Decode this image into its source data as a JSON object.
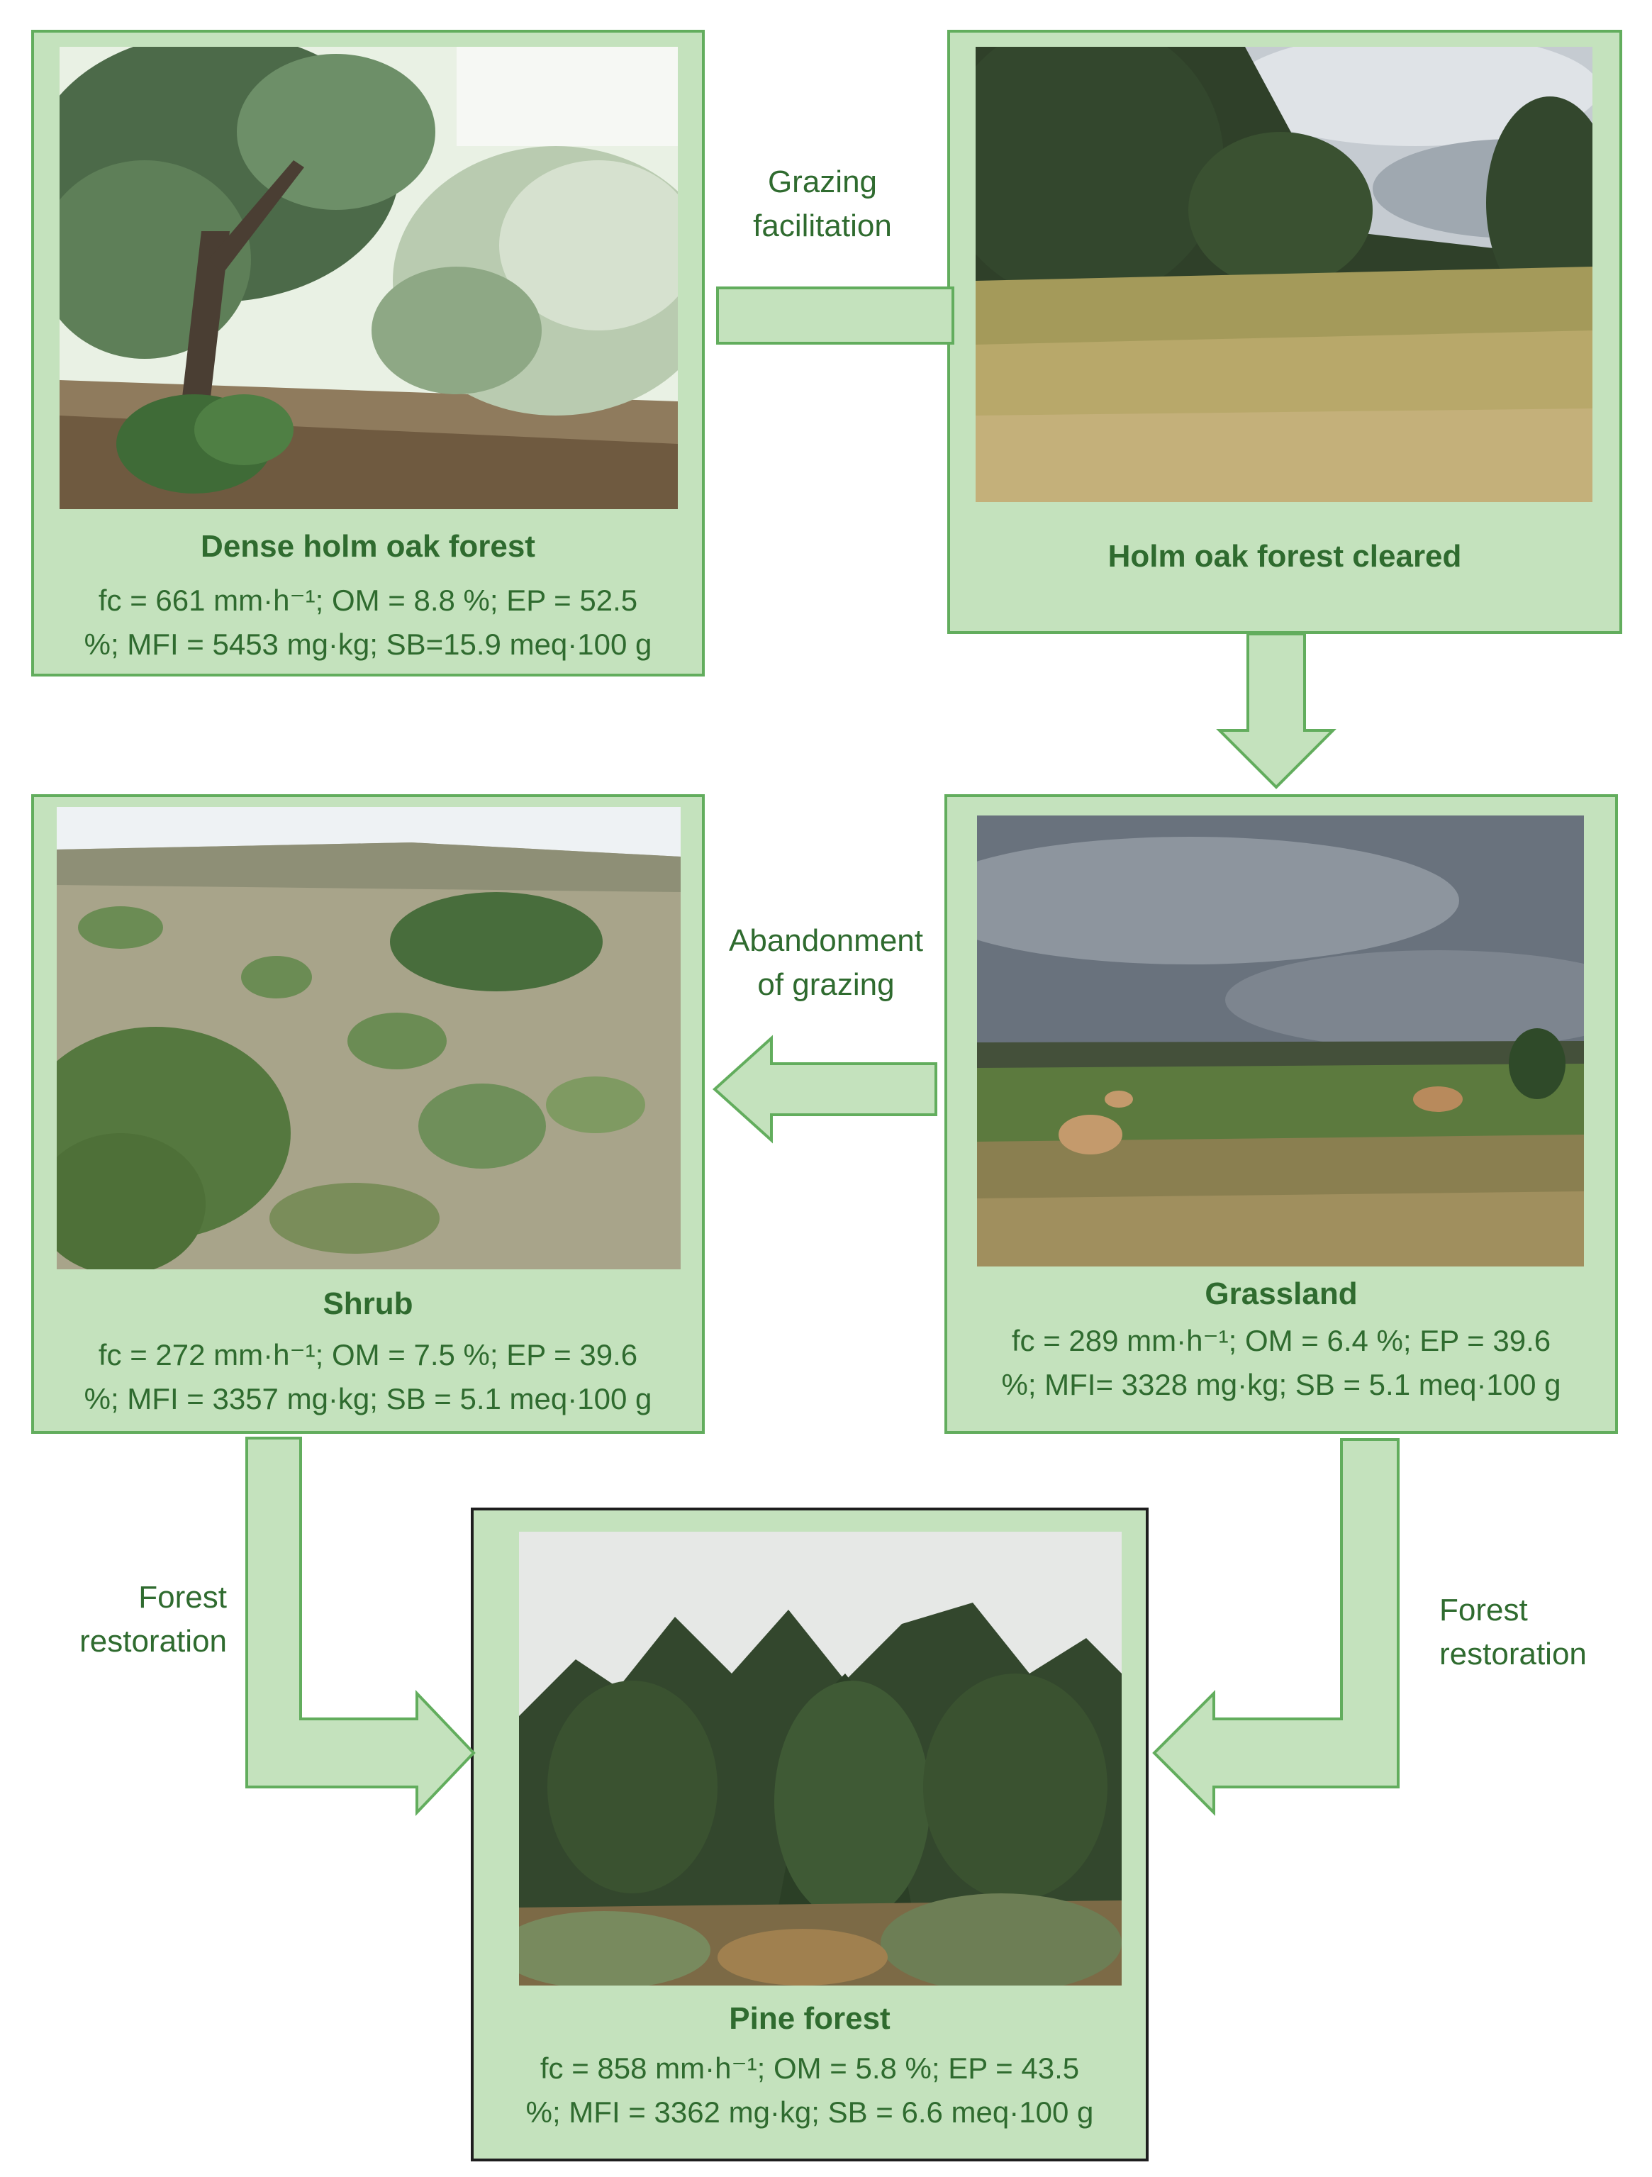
{
  "stages": {
    "dense": {
      "title": "Dense holm oak forest",
      "stats_line1": "fc = 661 mm·h⁻¹; OM = 8.8 %; EP = 52.5",
      "stats_line2": "%; MFI = 5453 mg·kg; SB=15.9 meq·100 g"
    },
    "cleared": {
      "title": "Holm oak forest cleared"
    },
    "shrub": {
      "title": "Shrub",
      "stats_line1": "fc = 272 mm·h⁻¹; OM = 7.5 %; EP = 39.6",
      "stats_line2": "%; MFI = 3357 mg·kg; SB = 5.1 meq·100 g"
    },
    "grassland": {
      "title": "Grassland",
      "stats_line1": "fc = 289 mm·h⁻¹; OM = 6.4 %; EP = 39.6",
      "stats_line2": "%; MFI= 3328 mg·kg; SB = 5.1 meq·100 g"
    },
    "pine": {
      "title": "Pine forest",
      "stats_line1": "fc = 858 mm·h⁻¹; OM = 5.8 %; EP = 43.5",
      "stats_line2": "%; MFI = 3362 mg·kg; SB = 6.6 meq·100 g"
    }
  },
  "transitions": {
    "grazing_facilitation": {
      "line1": "Grazing",
      "line2": "facilitation"
    },
    "abandonment": {
      "line1": "Abandonment",
      "line2": "of grazing"
    },
    "restoration_left": {
      "line1": "Forest",
      "line2": "restoration"
    },
    "restoration_right": {
      "line1": "Forest",
      "line2": "restoration"
    }
  },
  "colors": {
    "panel_fill": "#c4e2bd",
    "panel_border": "#62ad5d",
    "text": "#2f6b2f"
  }
}
